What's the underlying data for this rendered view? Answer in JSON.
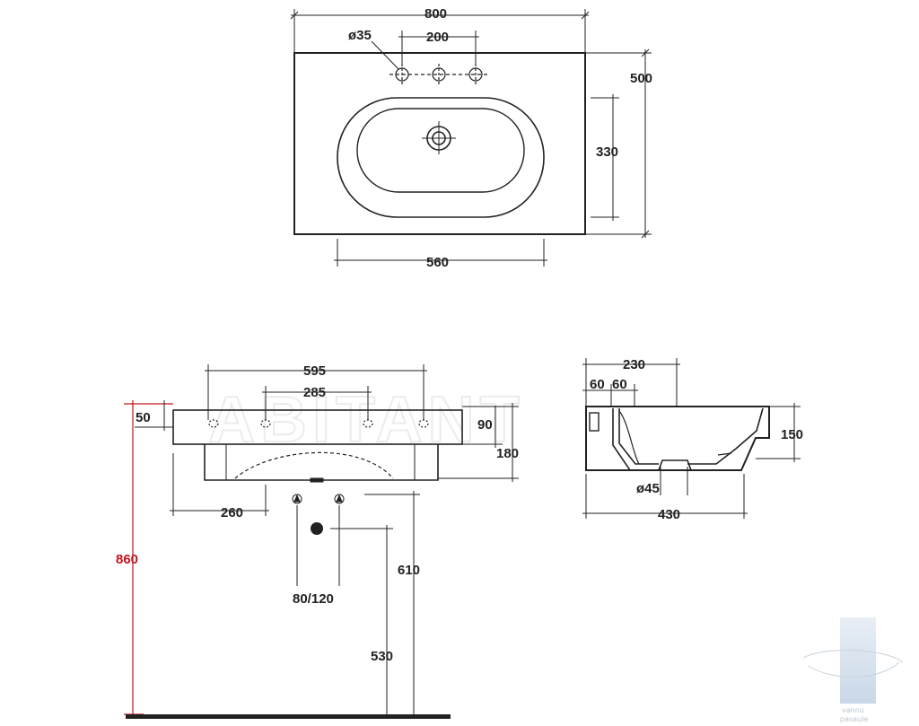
{
  "top_view": {
    "width": "800",
    "depth": "500",
    "hole_diameter": "ø35",
    "hole_spacing": "200",
    "bowl_depth": "330",
    "bowl_width": "560"
  },
  "front_view": {
    "overall_height": "860",
    "top_thickness": "50",
    "hole_span": "595",
    "inner_hole_span": "285",
    "hole_height": "90",
    "body_height": "180",
    "offset_260": "260",
    "drain_range": "80/120",
    "height_610": "610",
    "height_530": "530"
  },
  "side_view": {
    "depth_230": "230",
    "spacing_a": "60",
    "spacing_b": "60",
    "height_150": "150",
    "drain_diameter": "ø45",
    "depth_430": "430"
  },
  "watermark": "ABITANT",
  "logo": {
    "line1": "vannu",
    "line2": "pasaule"
  }
}
